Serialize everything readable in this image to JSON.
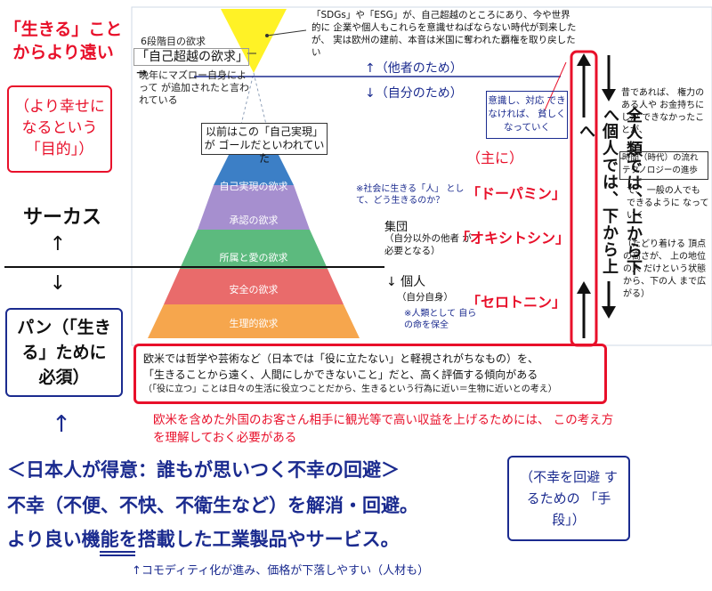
{
  "left": {
    "top_red": "「生きる」ことからより遠い",
    "purpose_box": "（より幸せになるという「目的」）",
    "circus": "サーカス",
    "arrow_up": "↑",
    "arrow_down": "↓",
    "bread_box": "パン（「生きる」ために必須）",
    "arrow_up2": "↑"
  },
  "pyramid": {
    "sixth_label": "6段階目の欲求",
    "sixth_title": "「自己超越の欲求」→",
    "sixth_note": "晩年にマズロー自身によって が追加されたと言われている",
    "former_goal": "以前はこの「自己実現」が ゴールだといわれていた",
    "levels": [
      "自己実現の欲求",
      "承認の欲求",
      "所属と愛の欲求",
      "安全の欲求",
      "生理的欲求"
    ],
    "colors": [
      "#3c7fc6",
      "#a68fcf",
      "#5cba7e",
      "#e96b6b",
      "#f6a64d",
      "#fff226"
    ]
  },
  "top_note": "「SDGs」や「ESG」が、自己超越のところにあり、今や世界的に 企業や個人もこれらを意識せねばならない時代が到来したが、 実は欧州の建前、本音は米国に奪われた覇権を取り戻したい",
  "for_others": "↑（他者のため）",
  "for_self": "↓（自分のため）",
  "poor_box": "意識し、対応 できなければ、 貧しくなっていく",
  "mainly": "（主に）",
  "society_note": "※社会に生きる「人」 として、どう生きるのか？",
  "dopamine": "「ドーパミン」",
  "group": "集団",
  "group_note": "（自分以外の他者 が必要となる）",
  "oxytocin": "「オキシトシン」",
  "individual": "↓ 個人",
  "individual_note": "（自分自身）",
  "serotonin": "「セロトニン」",
  "humanity_note": "※人類として 自らの命を保全",
  "vertical_individual": "個人では、下から上へ",
  "vertical_humanity": "全人類では、上から下へ",
  "right_note": "昔であれば、 権力のある人や お金持ちにしか できなかったことが、",
  "era_note": "時間（時代）の流れ テクノロジーの進歩",
  "right_note2": "で、 一般の人でも できるように なっていく",
  "right_note3": "（たどり着ける 頂点の高さが、 上の地位の人 だけという状態 から、下の人 まで広がる）",
  "west_box": {
    "line1": "欧米では哲学や芸術など（日本では「役に立たない」と軽視されがちなもの）を、",
    "line2": "「生きることから遠く、人間にしかできないこと」だと、高く評価する傾向がある",
    "line3": "（「役に立つ」ことは日々の生活に役立つことだから、生きるという行為に近い＝生物に近いとの考え）"
  },
  "tourism_note": "欧米を含めた外国のお客さん相手に観光等で高い収益を上げるためには、 この考え方を理解しておく必要がある",
  "bottom": {
    "line1": "＜日本人が得意：誰もが思いつく不幸の回避＞",
    "line2": "不幸（不便、不快、不衛生など）を解消・回避。",
    "line3": "より良い機能を搭載した工業製品やサービス。",
    "commodity": "↑コモディティ化が進み、価格が下落しやすい（人材も）",
    "means_box": "（不幸を回避 するための 「手段」）"
  }
}
